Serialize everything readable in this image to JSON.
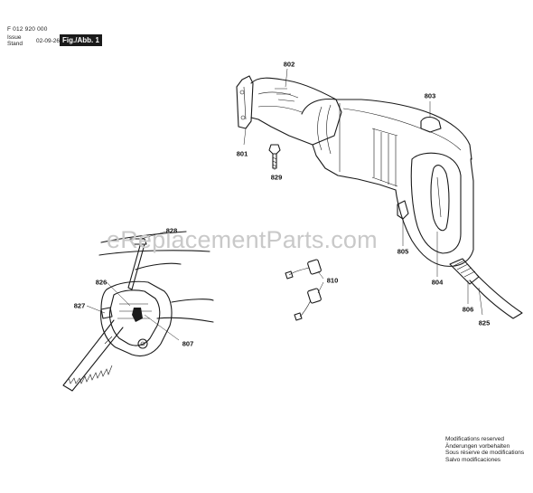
{
  "header": {
    "part_code": "F 012 920 000",
    "issue_label": "Issue",
    "stand_label": "Stand",
    "issue_date": "02-09-26",
    "figure_label": "Fig./Abb. 1"
  },
  "watermark": "eReplacementParts.com",
  "callouts": {
    "c801": "801",
    "c802": "802",
    "c803": "803",
    "c804": "804",
    "c805": "805",
    "c806": "806",
    "c807": "807",
    "c810": "810",
    "c825": "825",
    "c826": "826",
    "c827": "827",
    "c828": "828",
    "c829": "829"
  },
  "notes": {
    "line1": "Modifications reserved",
    "line2": "Änderungen vorbehalten",
    "line3": "Sous réserve de modifications",
    "line4": "Salvo modificaciones"
  }
}
